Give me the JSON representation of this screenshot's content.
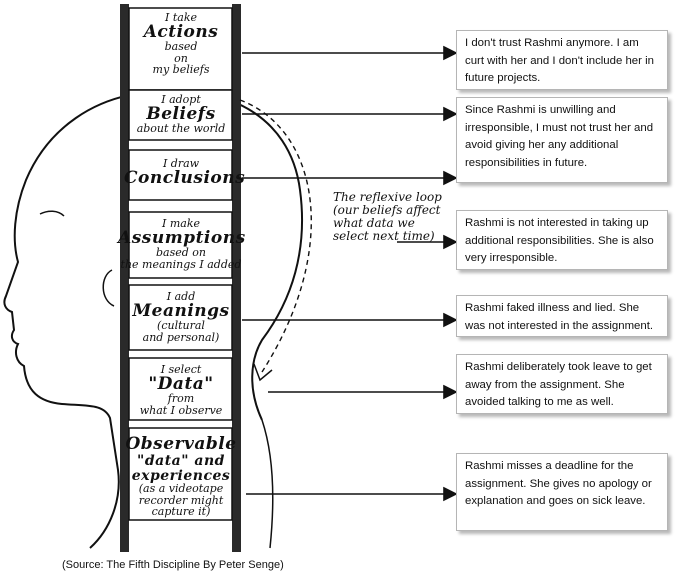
{
  "ladder": {
    "actions": {
      "line1": "I take",
      "word": "Actions",
      "line3": "based",
      "line4": "on",
      "line5": "my beliefs"
    },
    "beliefs": {
      "line1": "I adopt",
      "word": "Beliefs",
      "line3": "about the world"
    },
    "conclusions": {
      "line1": "I draw",
      "word": "Conclusions"
    },
    "assumptions": {
      "line1": "I make",
      "word": "Assumptions",
      "line3": "based on",
      "line4": "the meanings I added"
    },
    "meanings": {
      "line1": "I add",
      "word": "Meanings",
      "line3": "(cultural",
      "line4": "and personal)"
    },
    "data": {
      "line1": "I select",
      "word": "\"Data\"",
      "line3": "from",
      "line4": "what I observe"
    },
    "observable": {
      "word": "Observable",
      "line2": "\"data\" and experiences",
      "line3": "(as a videotape",
      "line4": "recorder might",
      "line5": "capture it)"
    }
  },
  "loop": {
    "text": "The reflexive loop (our beliefs affect what data we select next time)"
  },
  "boxes": [
    {
      "text": "I don't trust Rashmi anymore. I am curt with her and I don't include her in future projects."
    },
    {
      "text": "Since Rashmi is unwilling and irresponsible, I must not trust her and avoid giving her any additional responsibilities in future."
    },
    {
      "text": "Rashmi is not interested in taking up additional responsibilities. She is also very irresponsible."
    },
    {
      "text": "Rashmi faked illness and lied. She was not interested in the assignment."
    },
    {
      "text": "Rashmi deliberately took leave to get away from the assignment. She avoided talking to me as well."
    },
    {
      "text": "Rashmi misses a deadline for the assignment.  She gives no apology or explanation and goes on sick leave."
    }
  ],
  "source": "(Source: The Fifth Discipline By Peter Senge)",
  "colors": {
    "ink": "#111111",
    "box_border": "#b5b5b5",
    "background": "#ffffff"
  }
}
